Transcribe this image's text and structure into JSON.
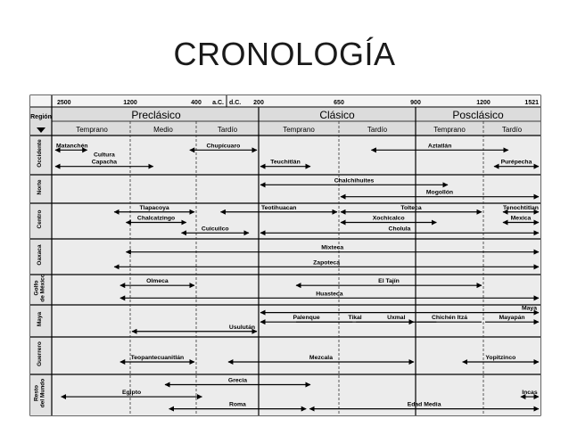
{
  "slide": {
    "title": "CRONOLOGÍA"
  },
  "chart_data": {
    "type": "table",
    "corner_label": "Región",
    "time_ticks": [
      {
        "label": "2500",
        "year": -2500
      },
      {
        "label": "1200",
        "year": -1200
      },
      {
        "label": "400",
        "year": -400
      },
      {
        "label": "a.C.",
        "year": -1
      },
      {
        "label": "d.C.",
        "year": 1
      },
      {
        "label": "200",
        "year": 200
      },
      {
        "label": "650",
        "year": 650
      },
      {
        "label": "900",
        "year": 900
      },
      {
        "label": "1200",
        "year": 1200
      },
      {
        "label": "1521",
        "year": 1521
      }
    ],
    "periods": [
      {
        "label": "Preclásico",
        "start": -2500,
        "end": 200
      },
      {
        "label": "Clásico",
        "start": 200,
        "end": 900
      },
      {
        "label": "Posclásico",
        "start": 900,
        "end": 1521
      }
    ],
    "subperiods": [
      {
        "label": "Temprano",
        "start": -2500,
        "end": -1200
      },
      {
        "label": "Medio",
        "start": -1200,
        "end": -400
      },
      {
        "label": "Tardío",
        "start": -400,
        "end": 200
      },
      {
        "label": "Temprano",
        "start": 200,
        "end": 650
      },
      {
        "label": "Tardío",
        "start": 650,
        "end": 900
      },
      {
        "label": "Temprano",
        "start": 900,
        "end": 1200
      },
      {
        "label": "Tardío",
        "start": 1200,
        "end": 1521
      }
    ],
    "regions": [
      {
        "name": "Occidente",
        "bars": [
          {
            "label": "Matanchén",
            "start": -2500,
            "end": -1900,
            "left_arrow": true,
            "right_arrow": true,
            "label_pos": "above-left",
            "row": 0
          },
          {
            "label": "Cultura Capacha",
            "start": -2500,
            "end": -900,
            "left_arrow": true,
            "right_arrow": true,
            "label_pos": "above-center",
            "row": 1
          },
          {
            "label": "Chupícuaro",
            "start": -500,
            "end": 200,
            "left_arrow": true,
            "right_arrow": true,
            "label_pos": "above-center",
            "row": 0
          },
          {
            "label": "Teuchitlán",
            "start": 200,
            "end": 500,
            "left_arrow": true,
            "right_arrow": true,
            "label_pos": "above-center",
            "row": 1
          },
          {
            "label": "Aztatlán",
            "start": 750,
            "end": 1350,
            "left_arrow": true,
            "right_arrow": true,
            "label_pos": "above-center",
            "row": 0
          },
          {
            "label": "Purépecha",
            "start": 1250,
            "end": 1521,
            "left_arrow": true,
            "right_arrow": true,
            "label_pos": "above-center",
            "row": 1
          }
        ]
      },
      {
        "name": "Norte",
        "bars": [
          {
            "label": "Chalchihuites",
            "start": 200,
            "end": 1050,
            "left_arrow": true,
            "right_arrow": true,
            "label_pos": "above-center",
            "row": 0
          },
          {
            "label": "Mogollón",
            "start": 650,
            "end": 1521,
            "left_arrow": true,
            "right_arrow": true,
            "label_pos": "above-center",
            "row": 1
          }
        ]
      },
      {
        "name": "Centro",
        "bars": [
          {
            "label": "Tlapacoya",
            "start": -1500,
            "end": -400,
            "left_arrow": true,
            "right_arrow": true,
            "label_pos": "above-center",
            "row": 0
          },
          {
            "label": "Chalcatzingo",
            "start": -1300,
            "end": -500,
            "left_arrow": true,
            "right_arrow": true,
            "label_pos": "above-center",
            "row": 1
          },
          {
            "label": "Cuicuilco",
            "start": -600,
            "end": 150,
            "left_arrow": true,
            "right_arrow": true,
            "label_pos": "above-center",
            "row": 2
          },
          {
            "label": "Teotihuacan",
            "start": -100,
            "end": 650,
            "left_arrow": true,
            "right_arrow": true,
            "label_pos": "above-center",
            "row": 0
          },
          {
            "label": "Tolteca",
            "start": 650,
            "end": 1200,
            "left_arrow": true,
            "right_arrow": true,
            "label_pos": "above-center",
            "row": 0
          },
          {
            "label": "Xochicalco",
            "start": 650,
            "end": 1000,
            "left_arrow": true,
            "right_arrow": true,
            "label_pos": "above-center",
            "row": 1
          },
          {
            "label": "Cholula",
            "start": 200,
            "end": 1521,
            "left_arrow": true,
            "right_arrow": true,
            "label_pos": "above-center",
            "row": 2
          },
          {
            "label": "Tenochtitlan",
            "start": 1300,
            "end": 1521,
            "left_arrow": true,
            "right_arrow": true,
            "label_pos": "above-center",
            "row": 0
          },
          {
            "label": "Mexica",
            "start": 1300,
            "end": 1521,
            "left_arrow": true,
            "right_arrow": true,
            "label_pos": "above-center",
            "row": 1
          }
        ]
      },
      {
        "name": "Oaxaca",
        "bars": [
          {
            "label": "Mixteca",
            "start": -1300,
            "end": 1521,
            "left_arrow": true,
            "right_arrow": true,
            "label_pos": "above-center",
            "row": 0
          },
          {
            "label": "Zapoteca",
            "start": -1500,
            "end": 1521,
            "left_arrow": true,
            "right_arrow": true,
            "label_pos": "above-center",
            "row": 1
          }
        ]
      },
      {
        "name": "Golfo de México",
        "bars": [
          {
            "label": "Olmeca",
            "start": -1400,
            "end": -400,
            "left_arrow": true,
            "right_arrow": true,
            "label_pos": "above-center",
            "row": 0
          },
          {
            "label": "El Tajín",
            "start": 400,
            "end": 1200,
            "left_arrow": true,
            "right_arrow": true,
            "label_pos": "above-center",
            "row": 0
          },
          {
            "label": "Huasteca",
            "start": -1400,
            "end": 1521,
            "left_arrow": true,
            "right_arrow": true,
            "label_pos": "above-center",
            "row": 1
          }
        ]
      },
      {
        "name": "Maya",
        "bars": [
          {
            "label": "Maya",
            "start": 200,
            "end": 1521,
            "left_arrow": true,
            "right_arrow": true,
            "label_pos": "above-right",
            "row": 0
          },
          {
            "label": "Palenque",
            "start": 200,
            "end": 700,
            "left_arrow": true,
            "right_arrow": false,
            "label_pos": "above-center",
            "row": 1
          },
          {
            "label": "Tikal",
            "start": 400,
            "end": 900,
            "left_arrow": false,
            "right_arrow": true,
            "label_pos": "above-center",
            "row": 1
          },
          {
            "label": "Uxmal",
            "start": 700,
            "end": 1000,
            "left_arrow": false,
            "right_arrow": false,
            "label_pos": "above-center",
            "row": 1
          },
          {
            "label": "Chichén Itzá",
            "start": 900,
            "end": 1200,
            "left_arrow": false,
            "right_arrow": false,
            "label_pos": "above-center",
            "row": 1
          },
          {
            "label": "Mayapán",
            "start": 1200,
            "end": 1521,
            "left_arrow": false,
            "right_arrow": true,
            "label_pos": "above-center",
            "row": 1
          },
          {
            "label": "Usulután",
            "start": -1200,
            "end": 200,
            "left_arrow": true,
            "right_arrow": true,
            "label_pos": "above-right",
            "row": 2
          }
        ]
      },
      {
        "name": "Guerrero",
        "bars": [
          {
            "label": "Teopantecuanitlán",
            "start": -1400,
            "end": -400,
            "left_arrow": true,
            "right_arrow": true,
            "label_pos": "above-center",
            "row": 0
          },
          {
            "label": "Mezcala",
            "start": 0,
            "end": 900,
            "left_arrow": true,
            "right_arrow": true,
            "label_pos": "above-center",
            "row": 0
          },
          {
            "label": "Yopitzinco",
            "start": 1100,
            "end": 1521,
            "left_arrow": true,
            "right_arrow": true,
            "label_pos": "above-center",
            "row": 0
          }
        ]
      },
      {
        "name": "Resto del Mundo",
        "bars": [
          {
            "label": "Grecia",
            "start": -800,
            "end": 500,
            "left_arrow": true,
            "right_arrow": true,
            "label_pos": "above-center",
            "row": 0
          },
          {
            "label": "Egipto",
            "start": -2400,
            "end": -300,
            "left_arrow": true,
            "right_arrow": true,
            "label_pos": "above-center",
            "row": 1
          },
          {
            "label": "Incas",
            "start": 1400,
            "end": 1521,
            "left_arrow": true,
            "right_arrow": true,
            "label_pos": "above-center",
            "row": 1
          },
          {
            "label": "Roma",
            "start": -750,
            "end": 476,
            "left_arrow": true,
            "right_arrow": true,
            "label_pos": "above-center",
            "row": 2
          },
          {
            "label": "Edad Media",
            "start": 476,
            "end": 1521,
            "left_arrow": true,
            "right_arrow": true,
            "label_pos": "above-center",
            "row": 2
          }
        ]
      }
    ]
  }
}
